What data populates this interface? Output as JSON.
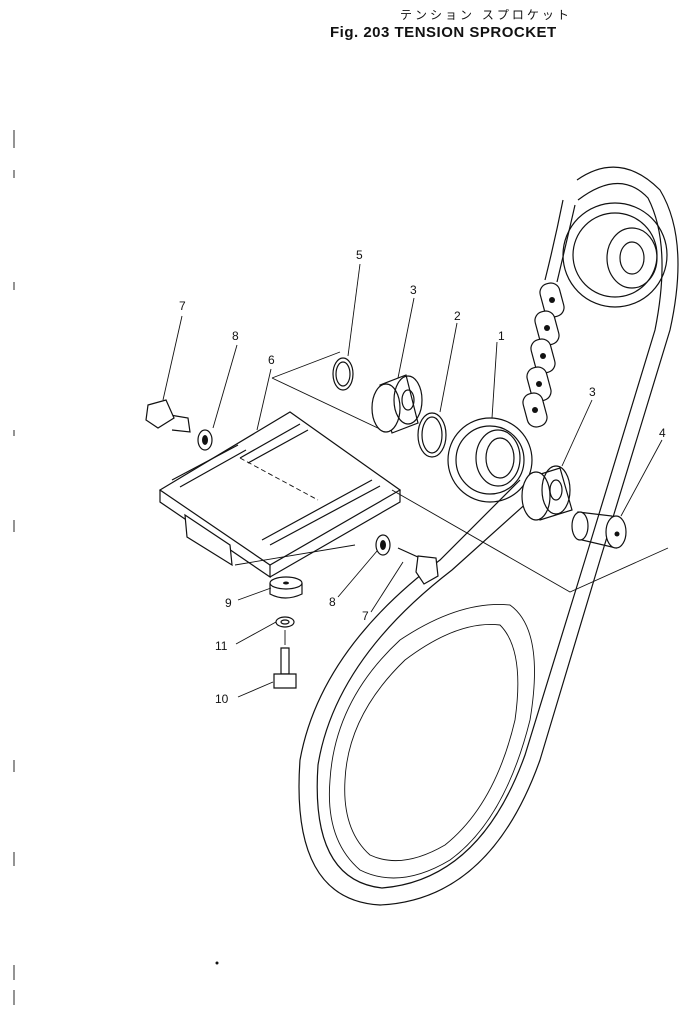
{
  "header": {
    "title_jp": "テンション スプロケット",
    "title_en": "Fig. 203  TENSION  SPROCKET"
  },
  "callouts": {
    "c1": "1",
    "c2": "2",
    "c3a": "3",
    "c3b": "3",
    "c4": "4",
    "c5": "5",
    "c6": "6",
    "c7a": "7",
    "c7b": "7",
    "c8a": "8",
    "c8b": "8",
    "c9": "9",
    "c10": "10",
    "c11": "11"
  }
}
